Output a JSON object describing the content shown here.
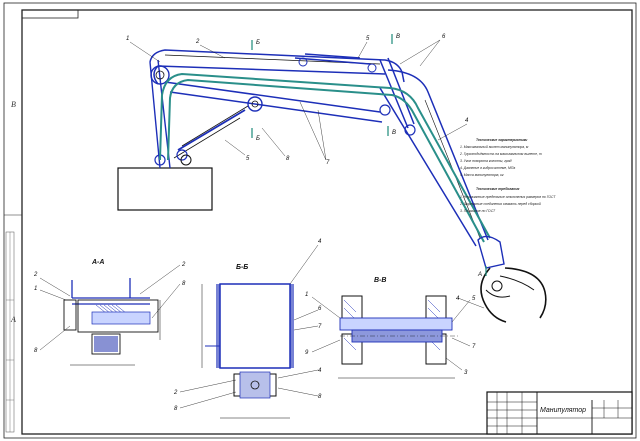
{
  "drawing": {
    "title": "Манипулятор",
    "zone_labels": [
      "В",
      "А"
    ],
    "section_labels": [
      "А-А",
      "Б-Б",
      "В-В"
    ],
    "cut_marks": [
      "Б",
      "Б",
      "В",
      "В",
      "А",
      "А"
    ],
    "part_callouts": [
      "1",
      "2",
      "5",
      "6",
      "4",
      "3",
      "8",
      "7",
      "7",
      "5",
      "4"
    ],
    "tech_req_heading": "Технические характеристики",
    "tech_req_lines": [
      "1. Максимальный вылет манипулятора, м",
      "2. Грузоподъёмность на максимальном вылете, т",
      "3. Угол поворота колонны, град",
      "4. Давление в гидросистеме, МПа",
      "5. Масса манипулятора, кг"
    ],
    "tech_notes_heading": "Технические требования",
    "tech_notes_lines": [
      "1. Неуказанные предельные отклонения размеров по ГОСТ",
      "2. Шарнирные соединения смазать перед сборкой",
      "3. Покрытие по ГОСТ"
    ],
    "title_block_sub": ""
  }
}
